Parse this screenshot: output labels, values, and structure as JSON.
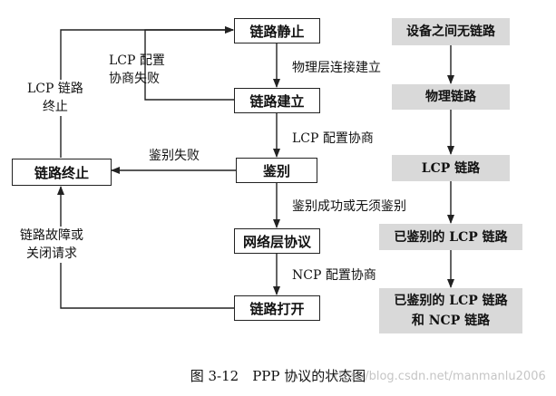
{
  "states": {
    "dead": "链路静止",
    "establish": "链路建立",
    "authenticate": "鉴别",
    "network": "网络层协议",
    "open": "链路打开",
    "terminate": "链路终止"
  },
  "transitions": {
    "physical_up": "物理层连接建立",
    "lcp_config_negotiation": "LCP 配置协商",
    "auth_success_or_none": "鉴别成功或无须鉴别",
    "ncp_config_negotiation": "NCP 配置协商",
    "auth_fail": "鉴别失败",
    "lcp_config_fail": "LCP 配置\n协商失败",
    "lcp_link_terminate": "LCP 链路\n终止",
    "link_fault_or_close": "链路故障或\n关闭请求"
  },
  "phases": [
    "设备之间无链路",
    "物理链路",
    "LCP 链路",
    "已鉴别的 LCP 链路",
    "已鉴别的 LCP 链路\n和 NCP 链路"
  ],
  "caption": "图 3-12　PPP 协议的状态图",
  "watermark": "https://blog.csdn.net/manmanlu2006"
}
